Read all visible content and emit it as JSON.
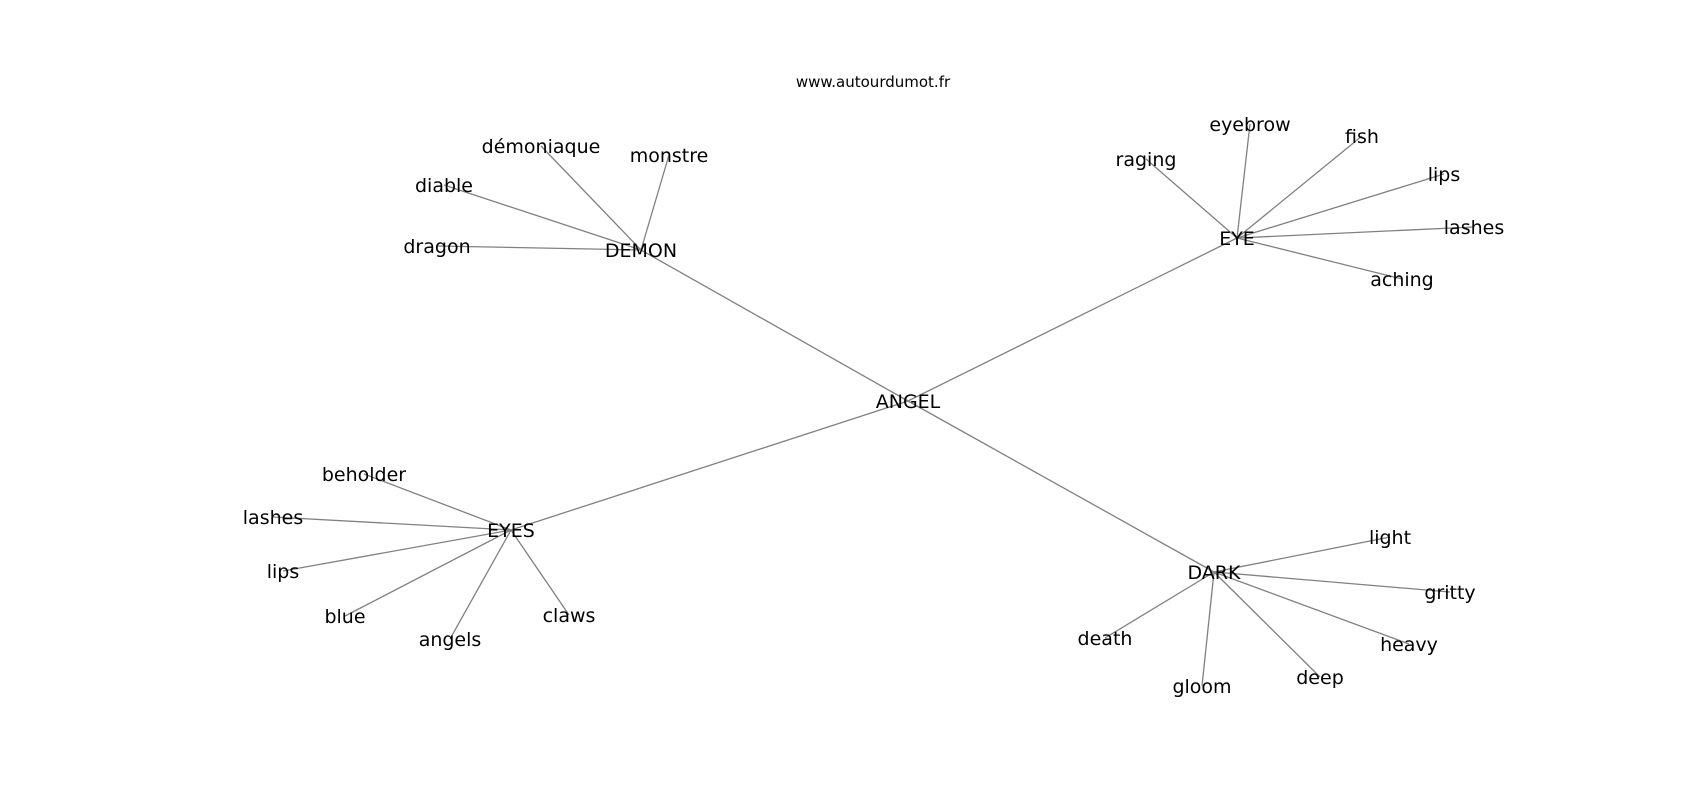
{
  "site": "www.autourdumot.fr",
  "graph": {
    "center": "ANGEL",
    "hubs": [
      {
        "id": "DEMON",
        "label": "DEMON",
        "children": [
          "monstre",
          "démoniaque",
          "diable",
          "dragon"
        ]
      },
      {
        "id": "EYE",
        "label": "EYE",
        "children": [
          "raging",
          "eyebrow",
          "fish",
          "lips",
          "lashes",
          "aching"
        ]
      },
      {
        "id": "EYES",
        "label": "EYES",
        "children": [
          "beholder",
          "lashes",
          "lips",
          "blue",
          "angels",
          "claws"
        ]
      },
      {
        "id": "DARK",
        "label": "DARK",
        "children": [
          "light",
          "gritty",
          "heavy",
          "deep",
          "gloom",
          "death"
        ]
      }
    ]
  }
}
